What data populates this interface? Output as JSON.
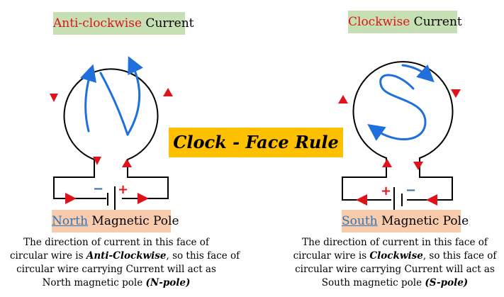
{
  "left": {
    "top_label": {
      "colored": "Anti-clockwise",
      "rest": " Current"
    },
    "bottom_label": {
      "pole": "North",
      "rest": " Magnetic Pole"
    },
    "description": {
      "line1": "The direction of current in this face of",
      "line2_pre": "circular wire is ",
      "line2_em": "Anti-Clockwise",
      "line2_post": ", so this face of",
      "line3": "circular wire carrying Current will act as",
      "line4_pre": "North magnetic pole ",
      "line4_em": "(N-pole)"
    },
    "face_letter": "N",
    "battery": {
      "minus": "−",
      "plus": "+"
    }
  },
  "right": {
    "top_label": {
      "colored": "Clockwise",
      "rest": " Current"
    },
    "bottom_label": {
      "pole": "South",
      "rest": " Magnetic Pole"
    },
    "description": {
      "line1": "The direction of current in this face of",
      "line2_pre": "circular wire is ",
      "line2_em": "Clockwise",
      "line2_post": ", so this face of",
      "line3": "circular wire carrying Current will act as",
      "line4_pre": "South magnetic pole ",
      "line4_em": "(S-pole)"
    },
    "face_letter": "S",
    "battery": {
      "minus": "−",
      "plus": "+"
    }
  },
  "center_title": "Clock - Face Rule",
  "colors": {
    "wire": "#000000",
    "arrow_red": "#e0121b",
    "letter_blue": "#1f6fdc",
    "top_box": "#c6e0b4",
    "bottom_box": "#f8cbad",
    "title_box": "#ffc000",
    "pole_text": "#2e75b6"
  }
}
